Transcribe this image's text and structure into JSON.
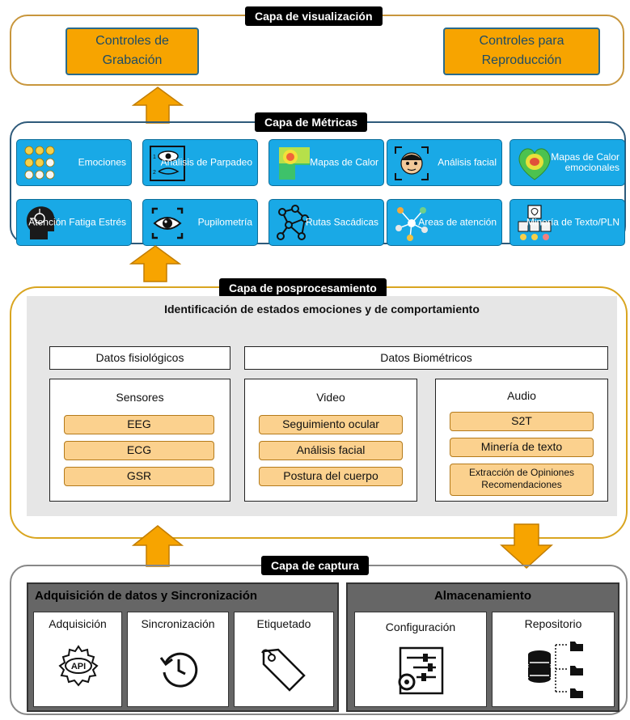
{
  "viz": {
    "title": "Capa de visualización",
    "record_controls": "Controles de Grabación",
    "playback_controls": "Controles para Reproducción"
  },
  "metrics": {
    "title": "Capa de Métricas",
    "items": [
      {
        "label": "Emociones",
        "icon": "emoji-faces-icon"
      },
      {
        "label": "Análisis de Parpadeo",
        "icon": "eye-blink-icon"
      },
      {
        "label": "Mapas de Calor",
        "icon": "heatmap-icon"
      },
      {
        "label": "Análisis facial",
        "icon": "face-scan-icon"
      },
      {
        "label": "Mapas de Calor emocionales",
        "icon": "heart-heatmap-icon"
      },
      {
        "label": "Atención Fatiga Estrés",
        "icon": "head-brain-icon"
      },
      {
        "label": "Pupilometría",
        "icon": "pupil-eye-icon"
      },
      {
        "label": "Rutas Sacádicas",
        "icon": "saccade-path-icon"
      },
      {
        "label": "Areas de atención",
        "icon": "attention-nodes-icon"
      },
      {
        "label": "Minería de Texto/PLN",
        "icon": "text-mining-icon"
      }
    ]
  },
  "post": {
    "title": "Capa de posprocesamiento",
    "heading": "Identificación de estados emociones y de comportamiento",
    "physio": "Datos fisiológicos",
    "biometric": "Datos Biométricos",
    "sensors": {
      "title": "Sensores",
      "items": [
        "EEG",
        "ECG",
        "GSR"
      ]
    },
    "video": {
      "title": "Video",
      "items": [
        "Seguimiento ocular",
        "Análisis facial",
        "Postura del cuerpo"
      ]
    },
    "audio": {
      "title": "Audio",
      "items": [
        "S2T",
        "Minería de texto",
        "Extracción de Opiniones Recomendaciones"
      ]
    }
  },
  "capture": {
    "title": "Capa de captura",
    "acq_title": "Adquisición de datos y Sincronización",
    "acq_items": [
      {
        "label": "Adquisición",
        "icon": "api-gear-icon"
      },
      {
        "label": "Sincronización",
        "icon": "history-clock-icon"
      },
      {
        "label": "Etiquetado",
        "icon": "tag-icon"
      }
    ],
    "storage_title": "Almacenamiento",
    "storage_items": [
      {
        "label": "Configuración",
        "icon": "settings-sliders-icon"
      },
      {
        "label": "Repositorio",
        "icon": "database-folders-icon"
      }
    ]
  },
  "colors": {
    "orange": "#f7a400",
    "metric_blue": "#19a9e6",
    "pill": "#fbd18e",
    "viz_border": "#c8963c",
    "metrics_border": "#2e5a7a",
    "post_border": "#d9a520",
    "capture_border": "#888888"
  }
}
